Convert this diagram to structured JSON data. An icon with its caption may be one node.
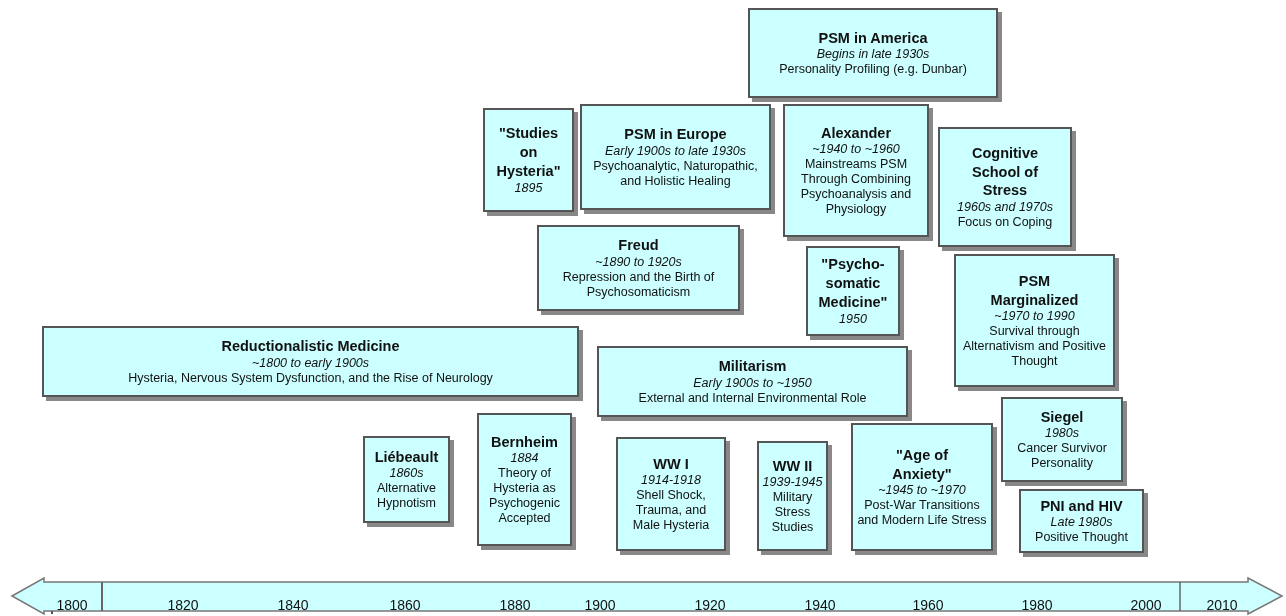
{
  "diagram": {
    "nodes": [
      {
        "text": [
          "PSM in America",
          "Begins in late 1930s",
          "Personality Profiling (e.g. Dunbar)"
        ]
      },
      {
        "text": [
          "\"Studies on Hysteria\"",
          "1895"
        ]
      },
      {
        "text": [
          "PSM in Europe",
          "Early 1900s to late 1930s",
          "Psychoanalytic, Naturopathic, and Holistic Healing"
        ]
      },
      {
        "text": [
          "Alexander",
          "~1940 to ~1960",
          "Mainstreams PSM Through Combining Psychoanalysis and Physiology"
        ]
      },
      {
        "text": [
          "Cognitive School of Stress",
          "1960s and 1970s",
          "Focus on Coping"
        ]
      },
      {
        "text": [
          "Freud",
          "~1890 to 1920s",
          "Repression and the Birth of Psychosomaticism"
        ]
      },
      {
        "text": [
          "\"Psycho-somatic Medicine\"",
          "1950"
        ]
      },
      {
        "text": [
          "PSM Marginalized",
          "~1970 to 1990",
          "Survival through Alternativism and Positive Thought"
        ]
      },
      {
        "text": [
          "Reductionalistic Medicine",
          "~1800 to early 1900s",
          "Hysteria, Nervous System Dysfunction, and the Rise of Neurology"
        ]
      },
      {
        "text": [
          "Militarism",
          "Early 1900s to ~1950",
          "External and Internal Environmental Role"
        ]
      },
      {
        "text": [
          "Siegel",
          "1980s",
          "Cancer Survivor Personality"
        ]
      },
      {
        "text": [
          "Liébeault",
          "1860s",
          "Alternative Hypnotism"
        ]
      },
      {
        "text": [
          "Bernheim",
          "1884",
          "Theory of Hysteria as Psychogenic Accepted"
        ]
      },
      {
        "text": [
          "WW I",
          "1914-1918",
          "Shell Shock, Trauma, and Male Hysteria"
        ]
      },
      {
        "text": [
          "WW II",
          "1939-1945",
          "Military Stress Studies"
        ]
      },
      {
        "text": [
          "\"Age of Anxiety\"",
          "~1945 to ~1970",
          "Post-War Transitions and Modern Life Stress"
        ]
      },
      {
        "text": [
          "PNI and HIV",
          "Late 1980s",
          "Positive Thought"
        ]
      }
    ],
    "labels": [
      "1800",
      "1820",
      "1840",
      "1860",
      "1880",
      "1900",
      "1920",
      "1940",
      "1960",
      "1980",
      "2000",
      "2010"
    ]
  }
}
